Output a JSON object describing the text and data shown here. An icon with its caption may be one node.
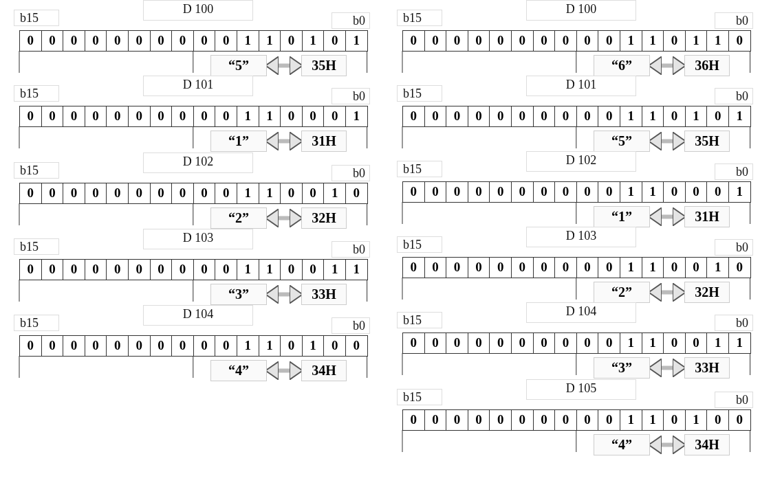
{
  "diagram": {
    "nodes": [
      {
        "text": [
          "“5”"
        ]
      },
      {
        "text": [
          "35H"
        ]
      },
      {
        "text": [
          "“1”"
        ]
      },
      {
        "text": [
          "31H"
        ]
      },
      {
        "text": [
          "“2”"
        ]
      },
      {
        "text": [
          "32H"
        ]
      },
      {
        "text": [
          "“3”"
        ]
      },
      {
        "text": [
          "33H"
        ]
      },
      {
        "text": [
          "“4”"
        ]
      },
      {
        "text": [
          "34H"
        ]
      },
      {
        "text": [
          "“6”"
        ]
      },
      {
        "text": [
          "36H"
        ]
      },
      {
        "text": [
          "“5”"
        ]
      },
      {
        "text": [
          "35H"
        ]
      },
      {
        "text": [
          "“1”"
        ]
      },
      {
        "text": [
          "31H"
        ]
      },
      {
        "text": [
          "“2”"
        ]
      },
      {
        "text": [
          "32H"
        ]
      },
      {
        "text": [
          "“3”"
        ]
      },
      {
        "text": [
          "33H"
        ]
      },
      {
        "text": [
          "“4”"
        ]
      },
      {
        "text": [
          "34H"
        ]
      }
    ],
    "edges": [
      {
        "from": 0,
        "to": 1,
        "arrow": "both"
      },
      {
        "from": 2,
        "to": 3,
        "arrow": "both"
      },
      {
        "from": 4,
        "to": 5,
        "arrow": "both"
      },
      {
        "from": 6,
        "to": 7,
        "arrow": "both"
      },
      {
        "from": 8,
        "to": 9,
        "arrow": "both"
      },
      {
        "from": 10,
        "to": 11,
        "arrow": "both"
      },
      {
        "from": 12,
        "to": 13,
        "arrow": "both"
      },
      {
        "from": 14,
        "to": 15,
        "arrow": "both"
      },
      {
        "from": 16,
        "to": 17,
        "arrow": "both"
      },
      {
        "from": 18,
        "to": 19,
        "arrow": "both"
      },
      {
        "from": 20,
        "to": 21,
        "arrow": "both"
      }
    ],
    "labels": [
      "b15",
      "D 100",
      "b0",
      "0",
      "0",
      "0",
      "0",
      "0",
      "0",
      "0",
      "0",
      "0",
      "0",
      "1",
      "1",
      "0",
      "1",
      "0",
      "1",
      "b15",
      "D 101",
      "b0",
      "0",
      "0",
      "0",
      "0",
      "0",
      "0",
      "0",
      "0",
      "0",
      "0",
      "1",
      "1",
      "0",
      "0",
      "0",
      "1",
      "b15",
      "D 102",
      "b0",
      "0",
      "0",
      "0",
      "0",
      "0",
      "0",
      "0",
      "0",
      "0",
      "0",
      "1",
      "1",
      "0",
      "0",
      "1",
      "0",
      "b15",
      "D 103",
      "b0",
      "0",
      "0",
      "0",
      "0",
      "0",
      "0",
      "0",
      "0",
      "0",
      "0",
      "1",
      "1",
      "0",
      "0",
      "1",
      "1",
      "b15",
      "D 104",
      "b0",
      "0",
      "0",
      "0",
      "0",
      "0",
      "0",
      "0",
      "0",
      "0",
      "0",
      "1",
      "1",
      "0",
      "1",
      "0",
      "0",
      "b15",
      "D 100",
      "b0",
      "0",
      "0",
      "0",
      "0",
      "0",
      "0",
      "0",
      "0",
      "0",
      "0",
      "1",
      "1",
      "0",
      "1",
      "1",
      "0",
      "b15",
      "D 101",
      "b0",
      "0",
      "0",
      "0",
      "0",
      "0",
      "0",
      "0",
      "0",
      "0",
      "0",
      "1",
      "1",
      "0",
      "1",
      "0",
      "1",
      "b15",
      "D 102",
      "b0",
      "0",
      "0",
      "0",
      "0",
      "0",
      "0",
      "0",
      "0",
      "0",
      "0",
      "1",
      "1",
      "0",
      "0",
      "0",
      "1",
      "b15",
      "D 103",
      "b0",
      "0",
      "0",
      "0",
      "0",
      "0",
      "0",
      "0",
      "0",
      "0",
      "0",
      "1",
      "1",
      "0",
      "0",
      "1",
      "0",
      "b15",
      "D 104",
      "b0",
      "0",
      "0",
      "0",
      "0",
      "0",
      "0",
      "0",
      "0",
      "0",
      "0",
      "1",
      "1",
      "0",
      "0",
      "1",
      "1",
      "b15",
      "D 105",
      "b0",
      "0",
      "0",
      "0",
      "0",
      "0",
      "0",
      "0",
      "0",
      "0",
      "0",
      "1",
      "1",
      "0",
      "1",
      "0",
      "0"
    ]
  }
}
